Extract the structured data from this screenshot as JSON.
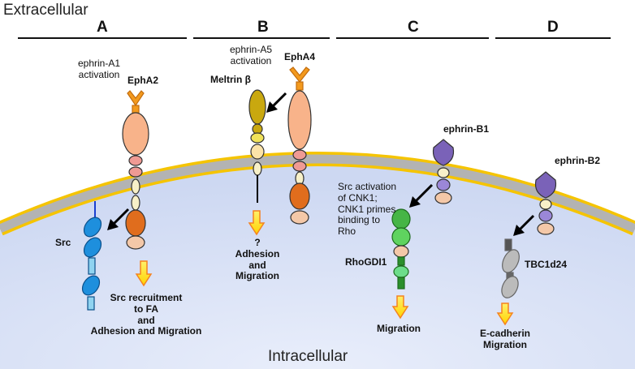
{
  "regions": {
    "extracellular": "Extracellular",
    "intracellular": "Intracellular"
  },
  "panels": {
    "A": {
      "header": "A",
      "stimulus": [
        "ephrin-A1",
        "activation"
      ],
      "receptor": "EphA2",
      "kinase": "Src",
      "outcome": [
        "Src recruitment",
        "to FA",
        "and",
        "Adhesion and Migration"
      ]
    },
    "B": {
      "header": "B",
      "stimulus": [
        "ephrin-A5",
        "activation"
      ],
      "receptor": "EphA4",
      "partner": "Meltrin β",
      "outcome": [
        "?",
        "Adhesion",
        "and",
        "Migration"
      ]
    },
    "C": {
      "header": "C",
      "ligand": "ephrin-B1",
      "note": [
        "Src activation",
        "of CNK1;",
        "CNK1 primes",
        "binding to",
        "Rho"
      ],
      "partner": "RhoGDI1",
      "outcome": "Migration"
    },
    "D": {
      "header": "D",
      "ligand": "ephrin-B2",
      "partner": "TBC1d24",
      "outcome": [
        "E-cadherin",
        "Migration"
      ]
    }
  },
  "colors": {
    "membrane_gold": "#f5c400",
    "membrane_gray": "#b3b3b3",
    "cytoplasm": "#d8e2f5",
    "eph_orange": "#f39a1e",
    "eph_peach": "#f8b38a",
    "eph_pink": "#ef9a94",
    "eph_dark_orange": "#e06d1d",
    "eph_tan": "#f4c8a8",
    "src_blue": "#1e8fdd",
    "meltrin_olive": "#c9a80f",
    "meltrin_yellow": "#f0e25a",
    "ephrinB_purple": "#7a62b8",
    "cnk_green": "#4cc24c",
    "tbc_gray": "#bbbbbb",
    "arrow_yellow": "#ffe100",
    "arrow_orange": "#f5821f"
  }
}
